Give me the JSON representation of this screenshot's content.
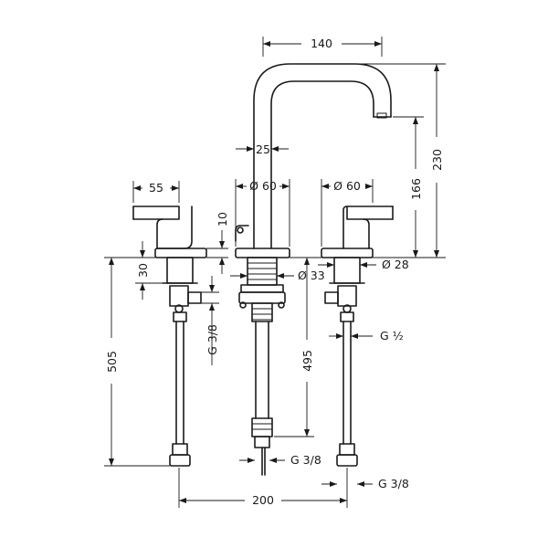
{
  "dimensions": {
    "spout_reach": "140",
    "spout_height": "230",
    "outlet_height": "166",
    "spout_width": "25",
    "spout_base_dia": "Ø 60",
    "left_handle_width": "55",
    "right_rosette_dia": "Ø 60",
    "rosette_height": "10",
    "valve_body_height": "30",
    "spout_shank_dia": "Ø 33",
    "valve_shank_dia": "Ø 28",
    "left_thread": "G 3/8",
    "right_thread_top": "G ½",
    "left_hose_length": "505",
    "spout_hose_length": "495",
    "spout_thread_bottom": "G 3/8",
    "right_thread_bottom": "G 3/8",
    "center_spacing": "200"
  }
}
